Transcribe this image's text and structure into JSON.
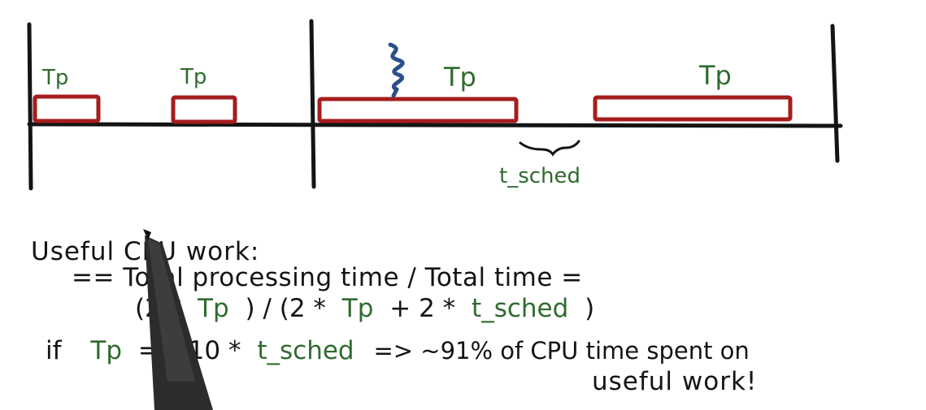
{
  "colors": {
    "ink": "#141414",
    "green_ink": "#2f6b2f",
    "red_box": "#a51d1d",
    "blue_squiggle": "#2a4f8c",
    "pen_body": "#2c2c2c"
  },
  "timeline": {
    "tp_labels": [
      "Tp",
      "Tp",
      "Tp",
      "Tp"
    ],
    "sched_label": "t_sched"
  },
  "notes": {
    "line1": "Useful CPU work:",
    "line2": "== Total processing time / Total time =",
    "line3": {
      "black_a": "(2 *",
      "green_a": "Tp",
      "black_b": ") / (2 *",
      "green_b": "Tp",
      "black_c": "+ 2 *",
      "green_c": "t_sched",
      "black_d": ")"
    },
    "line4": {
      "black_a": "if",
      "green_a": "Tp",
      "black_b": "== 10 *",
      "green_b": "t_sched",
      "black_c": "=> ~91% of CPU time spent on"
    },
    "line5": "useful work!"
  },
  "icons": {
    "squiggle": "thread-squiggle-icon",
    "pen": "pen-icon"
  }
}
